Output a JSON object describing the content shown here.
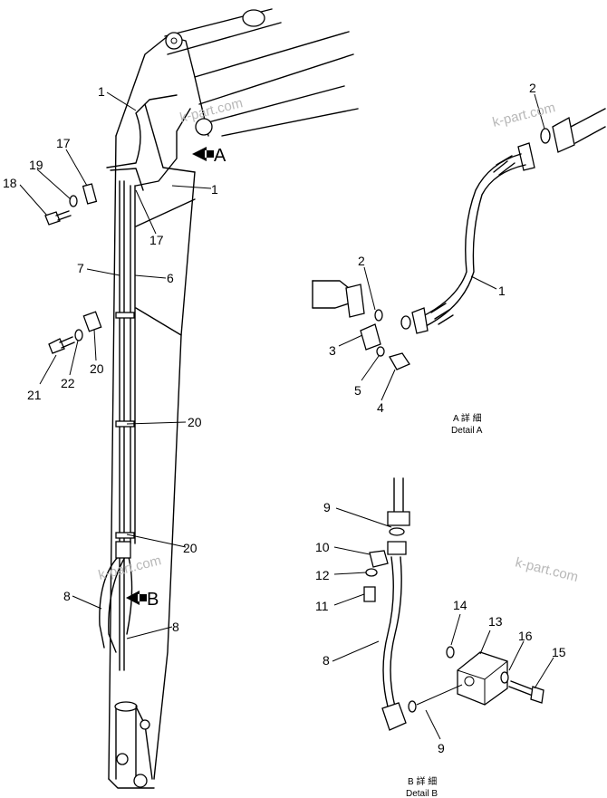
{
  "callouts": {
    "c1a": "1",
    "c1b": "1",
    "c1c": "1",
    "c2a": "2",
    "c2b": "2",
    "c3": "3",
    "c4": "4",
    "c5": "5",
    "c6": "6",
    "c7": "7",
    "c8a": "8",
    "c8b": "8",
    "c8c": "8",
    "c9a": "9",
    "c9b": "9",
    "c10": "10",
    "c11": "11",
    "c12": "12",
    "c13": "13",
    "c14": "14",
    "c15": "15",
    "c16": "16",
    "c17a": "17",
    "c17b": "17",
    "c18": "18",
    "c19": "19",
    "c20a": "20",
    "c20b": "20",
    "c20c": "20",
    "c21": "21",
    "c22": "22"
  },
  "arrows": {
    "a": "A",
    "b": "B"
  },
  "details": {
    "a_jp": "A 詳 細",
    "a_en": "Detail  A",
    "b_jp": "B 詳 細",
    "b_en": "Detail  B"
  },
  "watermark": {
    "w1": "k-part.com",
    "w2": "k-part.com",
    "w3": "k-part.com",
    "w4": "k-part.com"
  }
}
